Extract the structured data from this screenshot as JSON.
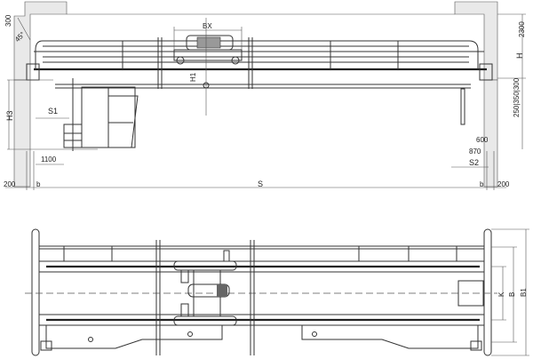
{
  "drawing": {
    "subject": "Double girder overhead crane general arrangement",
    "elevation_view": {
      "labels": {
        "clearance_top": "300",
        "angle": "45°",
        "trolley_width": "BX",
        "hook_height_offset": "H1",
        "crane_height": "H",
        "top_clearance": "2300",
        "rail_steps": "250|350|300",
        "cab_height": "H3",
        "cab_offset": "S1",
        "cab_distance": "1100",
        "bottom_right_1": "600",
        "bottom_right_2": "870",
        "hook_approach_right": "S2",
        "wall_clearance_left": "200",
        "wall_clearance_right": "200",
        "end_left": "b",
        "end_right": "b",
        "span": "S"
      }
    },
    "plan_view": {
      "labels": {
        "wheel_base": "K",
        "overall_width": "B",
        "buffer_width": "B1"
      }
    }
  }
}
